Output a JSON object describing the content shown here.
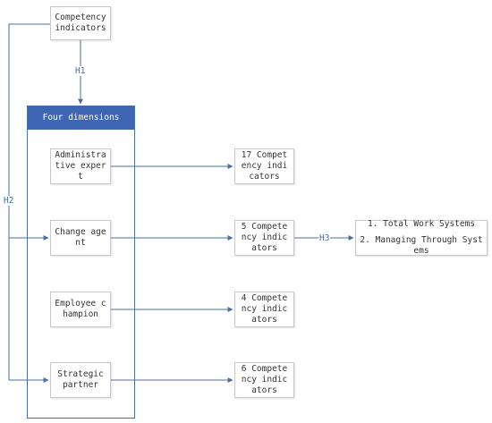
{
  "nodes": {
    "competency_indicators": "Competency indicators",
    "frame_title": "Four dimensions",
    "administrative_expert": "Administrative expert",
    "change_agent": "Change agent",
    "employee_champion": "Employee champion",
    "strategic_partner": "Strategic partner",
    "out_admin": "17 Competency indicators",
    "out_change": "5 Competency indicators",
    "out_employee": "4 Competency indicators",
    "out_strategic": "6 Competency indicators",
    "systems_1": "1. Total Work Systems",
    "systems_2": "2. Managing Through Systems"
  },
  "edges": {
    "h1": "H1",
    "h2": "H2",
    "h3": "H3"
  },
  "colors": {
    "connector": "#4a6fa5",
    "frame_header": "#3f66b3",
    "node_border": "#c8c8c8"
  }
}
